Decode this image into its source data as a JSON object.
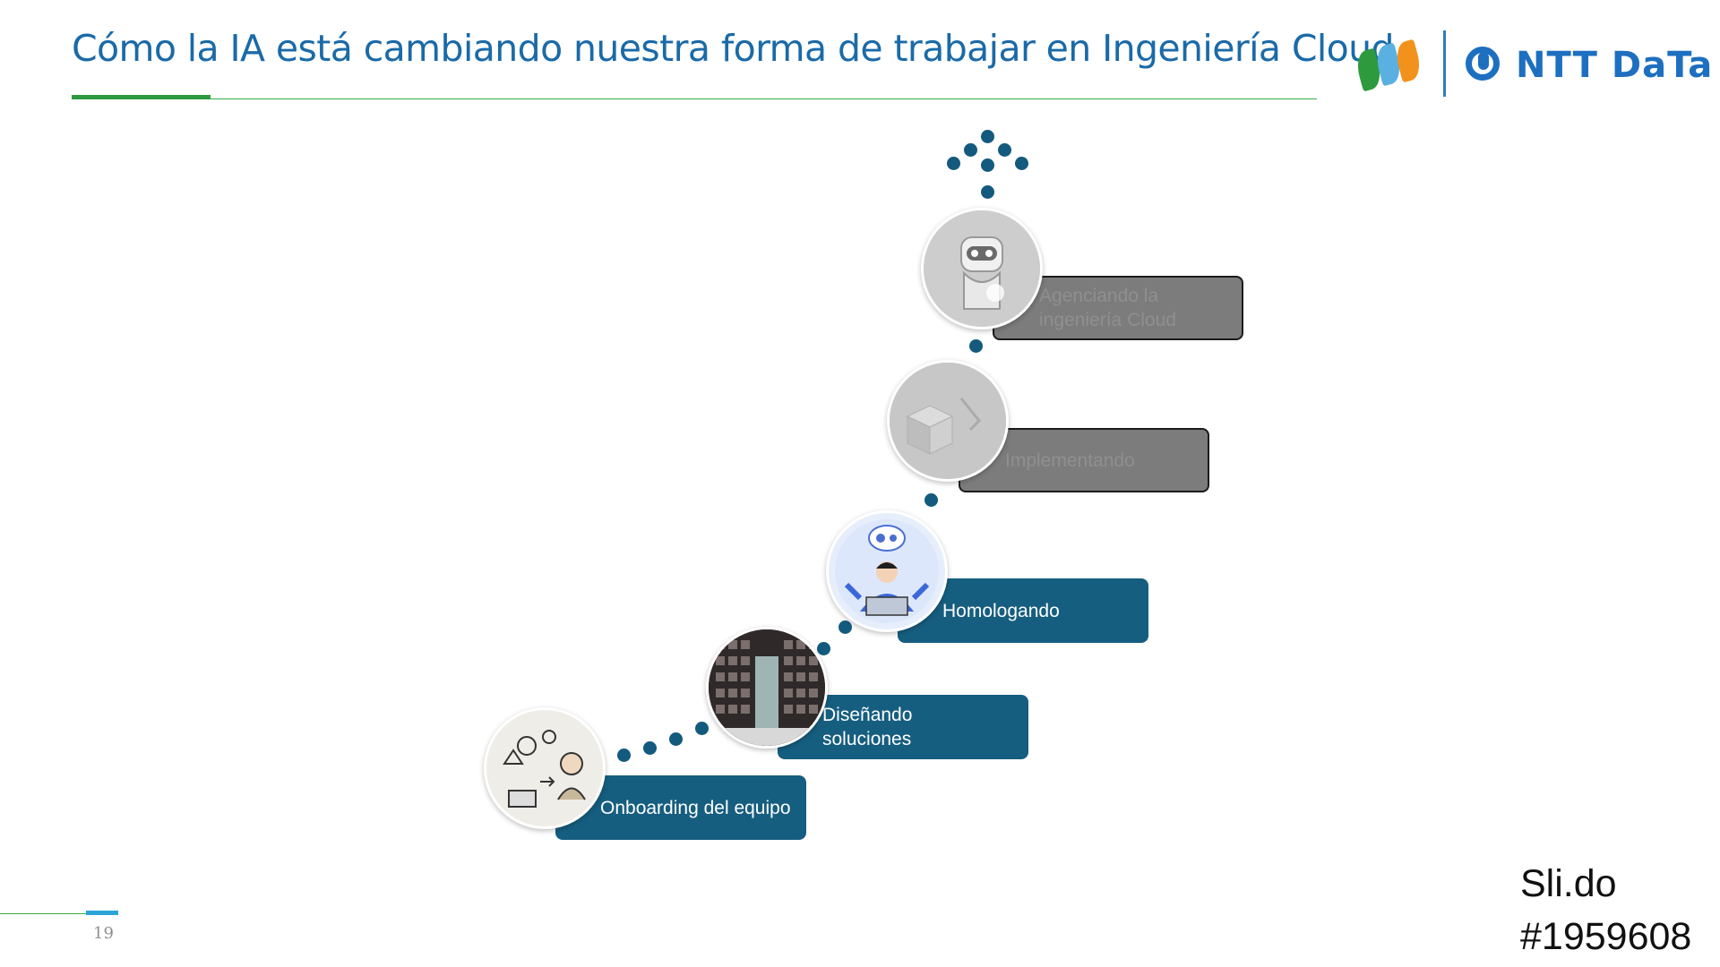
{
  "slide": {
    "title": "Cómo la IA está cambiando nuestra forma de trabajar en Ingeniería Cloud",
    "page_number": "19",
    "brand": {
      "logo_text": "NTT DaTa",
      "color": "#1d6fc0",
      "leaf_colors": [
        "#2e9a3e",
        "#5ab0e0",
        "#f2921c"
      ]
    },
    "steps": [
      {
        "label": "Onboarding del equipo",
        "status": "active",
        "icon": "engineer-sketch-icon"
      },
      {
        "label": "Diseñando soluciones",
        "status": "active",
        "icon": "server-room-icon"
      },
      {
        "label": "Homologando",
        "status": "active",
        "icon": "developer-laptop-icon"
      },
      {
        "label": "Implementando",
        "status": "inactive",
        "icon": "cubes-icon"
      },
      {
        "label": "Agenciando la ingeniería Cloud",
        "status": "inactive",
        "icon": "robot-icon"
      }
    ],
    "slido": {
      "line1": "Sli.do",
      "line2": "#1959608"
    }
  }
}
